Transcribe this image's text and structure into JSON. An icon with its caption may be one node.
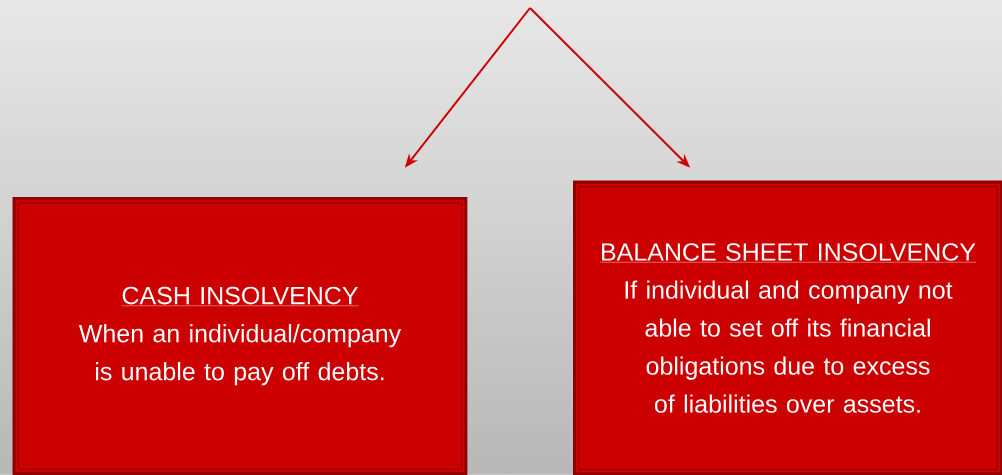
{
  "diagram": {
    "nodes": [
      {
        "text": [
          "CASH INSOLVENCY",
          "When an individual/company is unable to pay off debts."
        ]
      },
      {
        "text": [
          "BALANCE SHEET INSOLVENCY",
          "If individual and company not able to set off its financial obligations due to excess of liabilities over assets."
        ]
      }
    ],
    "edges": [
      {
        "from": null,
        "to": 0,
        "arrow": "to"
      },
      {
        "from": null,
        "to": 1,
        "arrow": "to"
      }
    ]
  }
}
